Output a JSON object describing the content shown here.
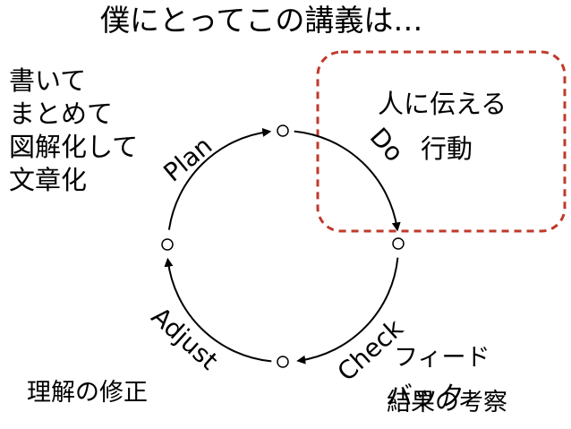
{
  "slide": {
    "title": "僕にとってこの講義は…",
    "left_note": "書いて\nまとめて\n図解化して\n文章化",
    "box_line1": "人に伝える",
    "box_line2": "行動",
    "bottom_left": "理解の修正",
    "bottom_right_upper": "フィード",
    "bottom_right_overlap": "バック",
    "bottom_right_lower": "結果の考察",
    "accent_color": "#c0392b"
  },
  "cycle": {
    "stages": [
      "Plan",
      "Do",
      "Check",
      "Adjust"
    ]
  }
}
